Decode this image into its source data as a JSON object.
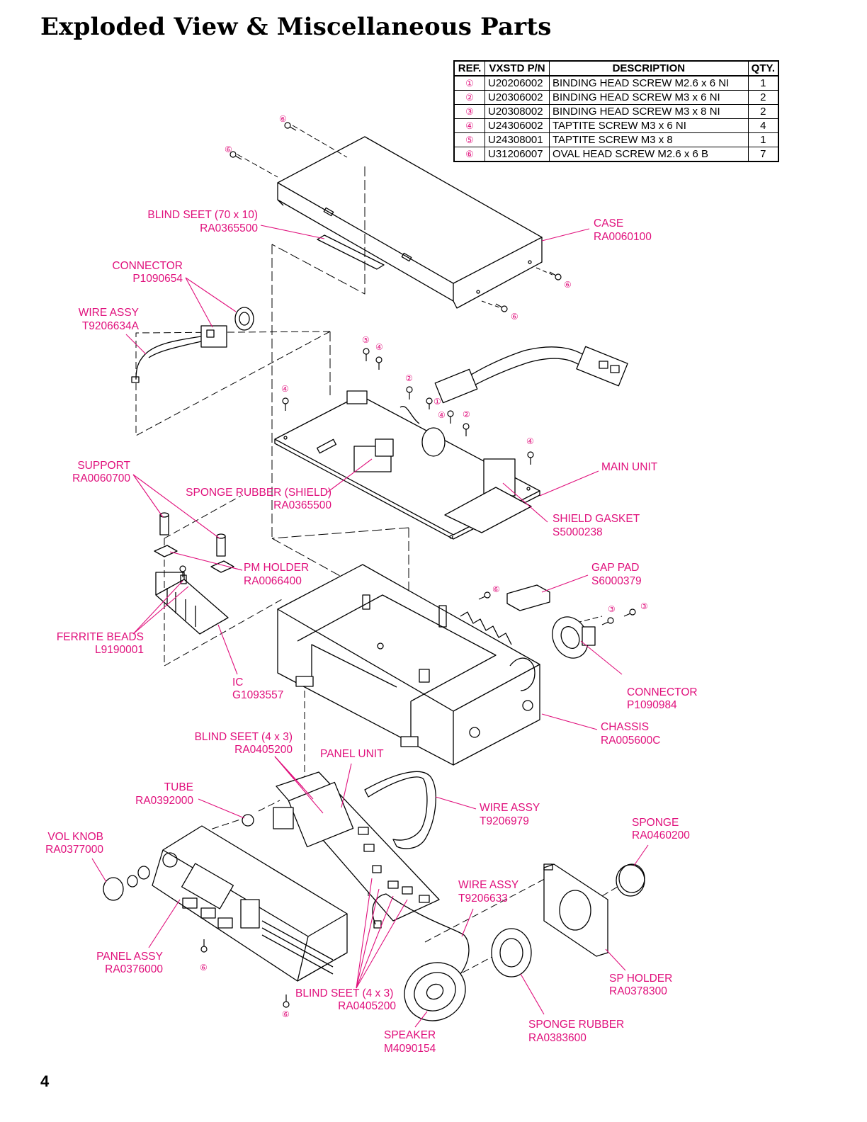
{
  "title": "Exploded View & Miscellaneous Parts",
  "page_number": "4",
  "parts_table": {
    "headers": [
      "REF.",
      "VXSTD P/N",
      "DESCRIPTION",
      "QTY."
    ],
    "rows": [
      {
        "ref": "①",
        "pn": "U20206002",
        "desc": "BINDING HEAD SCREW M2.6 x 6 NI",
        "qty": "1"
      },
      {
        "ref": "②",
        "pn": "U20306002",
        "desc": "BINDING HEAD SCREW M3 x 6 NI",
        "qty": "2"
      },
      {
        "ref": "③",
        "pn": "U20308002",
        "desc": "BINDING HEAD SCREW M3 x 8 NI",
        "qty": "2"
      },
      {
        "ref": "④",
        "pn": "U24306002",
        "desc": "TAPTITE SCREW M3 x 6 NI",
        "qty": "4"
      },
      {
        "ref": "⑤",
        "pn": "U24308001",
        "desc": "TAPTITE SCREW M3 x 8",
        "qty": "1"
      },
      {
        "ref": "⑥",
        "pn": "U31206007",
        "desc": "OVAL HEAD SCREW M2.6 x 6 B",
        "qty": "7"
      }
    ]
  },
  "callouts": {
    "blind_seet_70": {
      "name": "BLIND SEET (70 x 10)",
      "pn": "RA0365500"
    },
    "case": {
      "name": "CASE",
      "pn": "RA0060100"
    },
    "connector_top": {
      "name": "CONNECTOR",
      "pn": "P1090654"
    },
    "wire_assy_top": {
      "name": "WIRE ASSY",
      "pn": "T9206634A"
    },
    "main_unit": {
      "name": "MAIN UNIT"
    },
    "support": {
      "name": "SUPPORT",
      "pn": "RA0060700"
    },
    "sponge_rubber_shield": {
      "name": "SPONGE RUBBER (SHIELD)",
      "pn": "RA0365500"
    },
    "shield_gasket": {
      "name": "SHIELD GASKET",
      "pn": "S5000238"
    },
    "pm_holder": {
      "name": "PM HOLDER",
      "pn": "RA0066400"
    },
    "gap_pad": {
      "name": "GAP PAD",
      "pn": "S6000379"
    },
    "ferrite_beads": {
      "name": "FERRITE BEADS",
      "pn": "L9190001"
    },
    "ic": {
      "name": "IC",
      "pn": "G1093557"
    },
    "connector_right": {
      "name": "CONNECTOR",
      "pn": "P1090984"
    },
    "chassis": {
      "name": "CHASSIS",
      "pn": "RA005600C"
    },
    "blind_seet_4x3_top": {
      "name": "BLIND SEET (4 x 3)",
      "pn": "RA0405200"
    },
    "panel_unit": {
      "name": "PANEL UNIT"
    },
    "tube": {
      "name": "TUBE",
      "pn": "RA0392000"
    },
    "wire_assy_mid": {
      "name": "WIRE ASSY",
      "pn": "T9206979"
    },
    "sponge": {
      "name": "SPONGE",
      "pn": "RA0460200"
    },
    "vol_knob": {
      "name": "VOL KNOB",
      "pn": "RA0377000"
    },
    "wire_assy_low": {
      "name": "WIRE ASSY",
      "pn": "T9206633"
    },
    "panel_assy": {
      "name": "PANEL ASSY",
      "pn": "RA0376000"
    },
    "sp_holder": {
      "name": "SP HOLDER",
      "pn": "RA0378300"
    },
    "blind_seet_4x3_bottom": {
      "name": "BLIND SEET (4 x 3)",
      "pn": "RA0405200"
    },
    "sponge_rubber": {
      "name": "SPONGE RUBBER",
      "pn": "RA0383600"
    },
    "speaker": {
      "name": "SPEAKER",
      "pn": "M4090154"
    }
  },
  "screw_refs": {
    "r1": "①",
    "r2": "②",
    "r3": "③",
    "r4": "④",
    "r5": "⑤",
    "r6": "⑥"
  },
  "colors": {
    "callout": "#e0107c",
    "line_art": "#000000"
  }
}
